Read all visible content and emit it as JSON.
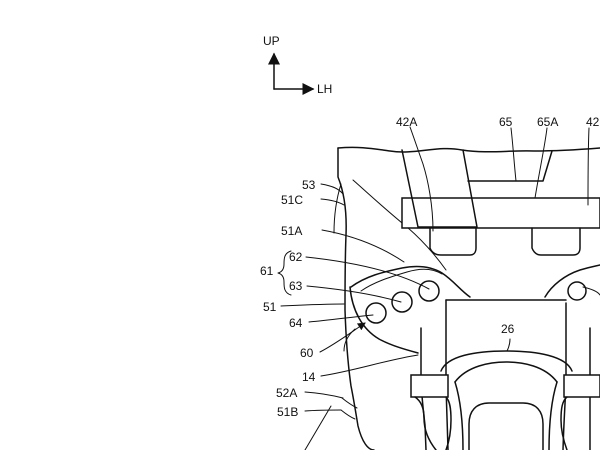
{
  "orientation": {
    "up": "UP",
    "lh": "LH"
  },
  "labels": {
    "l42A": "42A",
    "l65": "65",
    "l65A": "65A",
    "l42_right": "42",
    "l53": "53",
    "l51C": "51C",
    "l51A": "51A",
    "l61": "61",
    "l62": "62",
    "l63": "63",
    "l51": "51",
    "l64": "64",
    "l60": "60",
    "l14": "14",
    "l52A": "52A",
    "l51B": "51B",
    "l26": "26"
  }
}
